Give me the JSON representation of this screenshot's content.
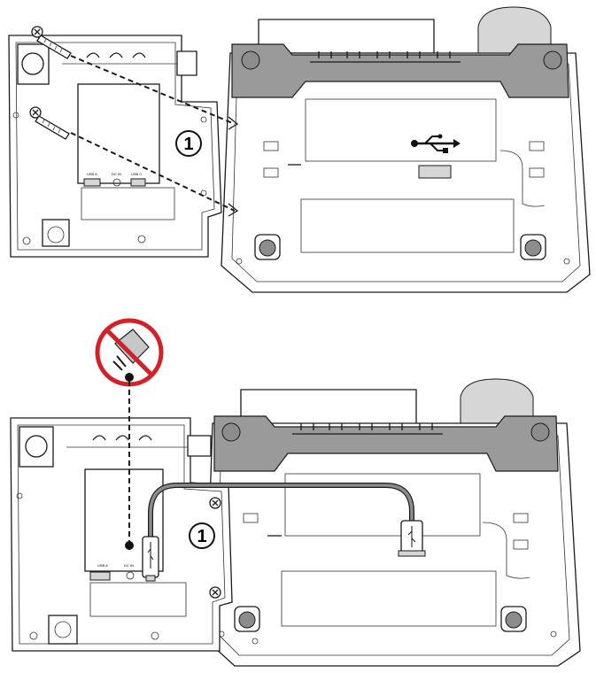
{
  "steps": {
    "top": {
      "callout": "1"
    },
    "bottom": {
      "callout": "1"
    }
  },
  "port_labels": {
    "usb_a": "USB A",
    "dc_in": "DC IN",
    "usb_c": "USB C"
  },
  "icons": [
    "screw-icon",
    "usb-icon",
    "no-power-adapter-icon",
    "usb-c-connector-icon"
  ],
  "colors": {
    "line": "#1a1a1a",
    "housing_gray": "#9a9a9a",
    "prohibition_red": "#d62027"
  }
}
